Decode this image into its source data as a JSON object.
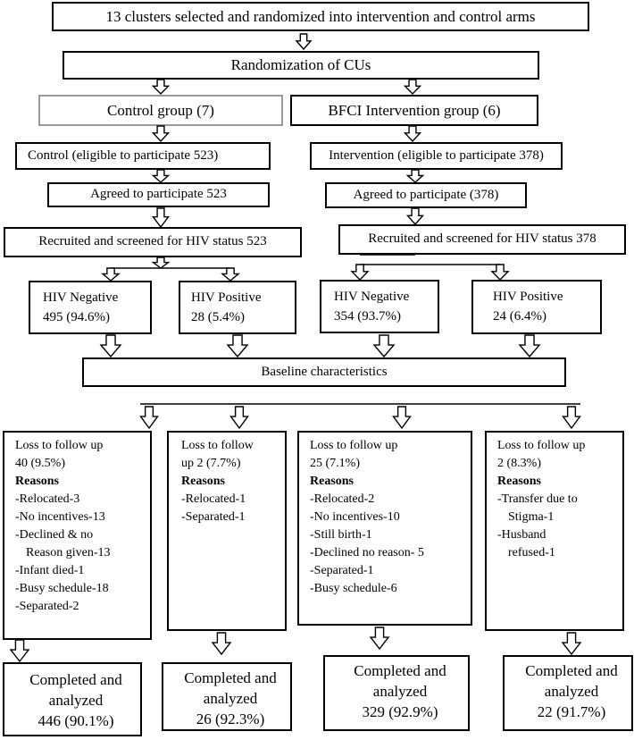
{
  "boxes": {
    "clusters": "13 clusters selected and randomized into intervention and control arms",
    "randomization": "Randomization of CUs",
    "control_group": "Control group (7)",
    "bfci_group": "BFCI Intervention group (6)",
    "control_eligible": "Control (eligible to participate 523)",
    "intervention_eligible": "Intervention (eligible to participate 378)",
    "control_agreed": "Agreed to participate 523",
    "intervention_agreed": "Agreed to participate (378)",
    "control_recruited": "Recruited and screened for HIV status 523",
    "intervention_recruited": "Recruited and screened for HIV status 378",
    "control_hiv_neg": [
      "HIV Negative",
      "495 (94.6%)"
    ],
    "control_hiv_pos": [
      "HIV Positive",
      "28 (5.4%)"
    ],
    "intervention_hiv_neg": [
      "HIV Negative",
      "354 (93.7%)"
    ],
    "intervention_hiv_pos": [
      "HIV Positive",
      "24 (6.4%)"
    ],
    "baseline": "Baseline characteristics"
  },
  "loss": [
    {
      "lines": [
        "Loss to follow up",
        "40 (9.5%)"
      ],
      "reasons_label": "Reasons",
      "reasons": [
        "-Relocated-3",
        "-No incentives-13",
        "-Declined & no",
        "Reason given-13",
        "-Infant died-1",
        "-Busy schedule-18",
        "-Separated-2"
      ]
    },
    {
      "lines": [
        "Loss to follow",
        "up 2 (7.7%)"
      ],
      "reasons_label": "Reasons",
      "reasons": [
        "-Relocated-1",
        "-Separated-1"
      ]
    },
    {
      "lines": [
        "Loss to follow up",
        "25 (7.1%)"
      ],
      "reasons_label": "Reasons",
      "reasons": [
        "-Relocated-2",
        "-No incentives-10",
        "-Still birth-1",
        "-Declined no reason- 5",
        "-Separated-1",
        "-Busy schedule-6"
      ]
    },
    {
      "lines": [
        "Loss to follow up",
        "2 (8.3%)"
      ],
      "reasons_label": "Reasons",
      "reasons": [
        "-Transfer due to",
        "Stigma-1",
        "-Husband",
        "refused-1"
      ]
    }
  ],
  "completed": [
    {
      "lines": [
        "Completed and",
        "analyzed",
        "446 (90.1%)"
      ]
    },
    {
      "lines": [
        "Completed and",
        "analyzed",
        "26 (92.3%)"
      ]
    },
    {
      "lines": [
        "Completed and",
        "analyzed",
        "329 (92.9%)"
      ]
    },
    {
      "lines": [
        "Completed and",
        "analyzed",
        "22 (91.7%)"
      ]
    }
  ]
}
